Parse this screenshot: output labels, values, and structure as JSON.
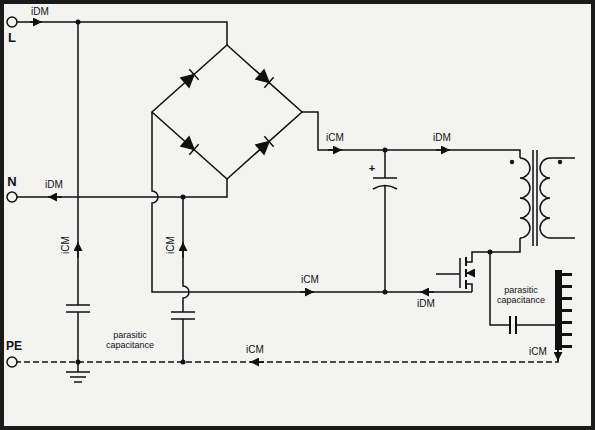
{
  "diagram": {
    "labels": [
      "iDM",
      "L",
      "iCM",
      "iDM",
      "+",
      "N",
      "iDM",
      "iCM",
      "iCM",
      "parasitic capacitance",
      "iCM",
      "iDM",
      "parasitic capacitance",
      "PE",
      "iCM",
      "iCM"
    ]
  }
}
